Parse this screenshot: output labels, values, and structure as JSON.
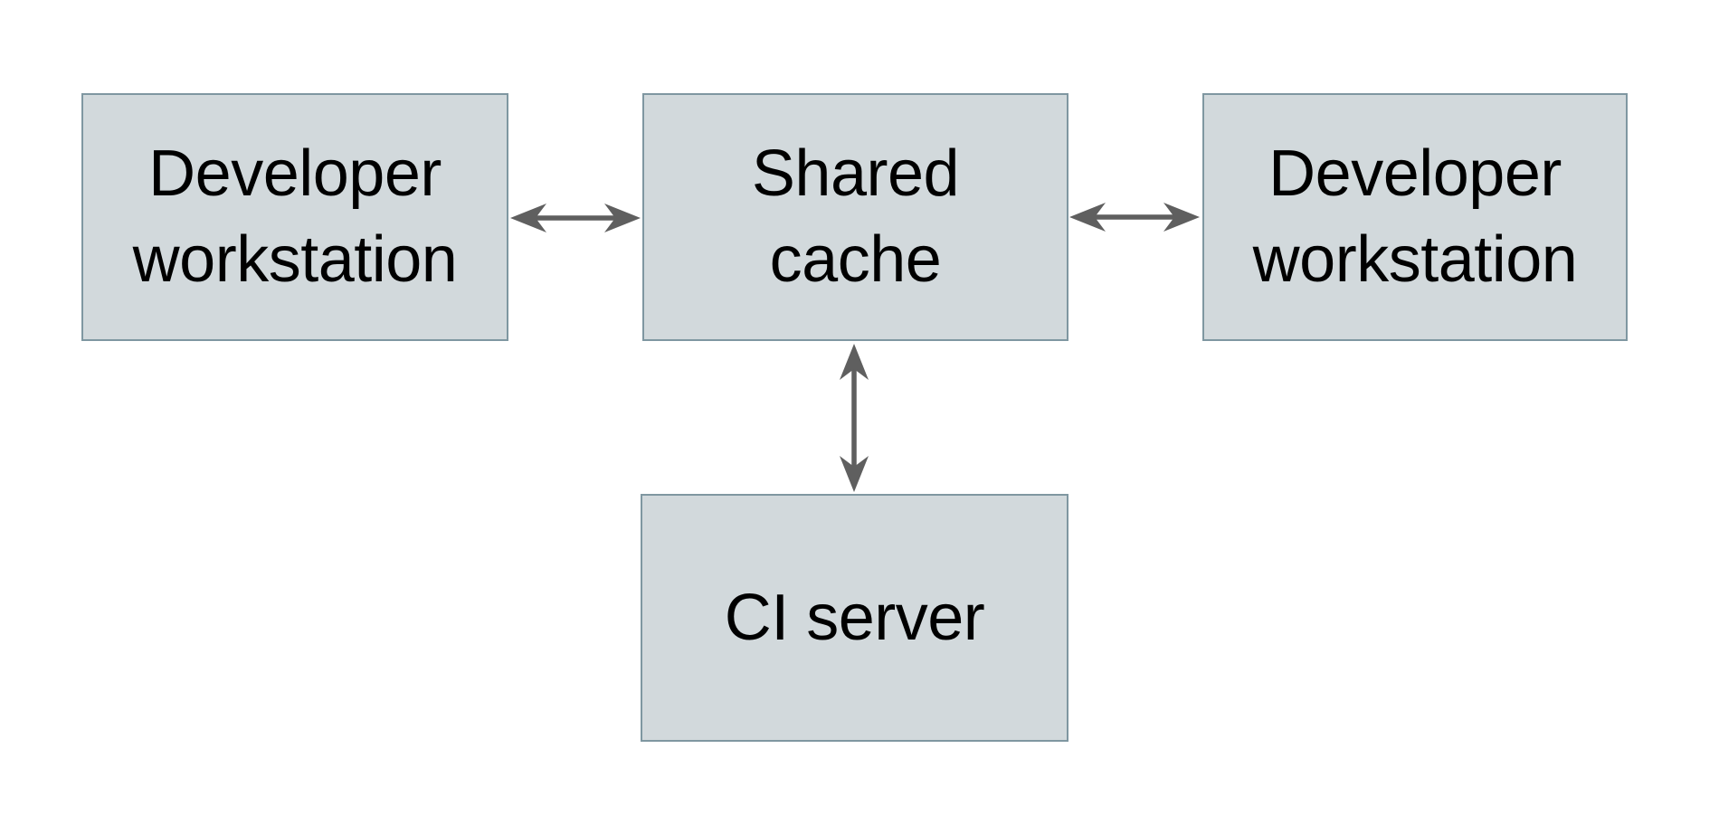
{
  "diagram": {
    "nodes": {
      "dev_left": {
        "lines": [
          "Developer",
          "workstation"
        ]
      },
      "shared_cache": {
        "lines": [
          "Shared",
          "cache"
        ]
      },
      "dev_right": {
        "lines": [
          "Developer",
          "workstation"
        ]
      },
      "ci_server": {
        "lines": [
          "CI server"
        ]
      }
    },
    "connections": [
      {
        "from": "dev_left",
        "to": "shared_cache",
        "type": "bidirectional",
        "orientation": "horizontal"
      },
      {
        "from": "shared_cache",
        "to": "dev_right",
        "type": "bidirectional",
        "orientation": "horizontal"
      },
      {
        "from": "shared_cache",
        "to": "ci_server",
        "type": "bidirectional",
        "orientation": "vertical"
      }
    ],
    "colors": {
      "background": "#ffffff",
      "node_fill": "#d2d9dc",
      "node_border": "#7f97a1",
      "arrow": "#5f5f5f",
      "text": "#000000"
    }
  }
}
